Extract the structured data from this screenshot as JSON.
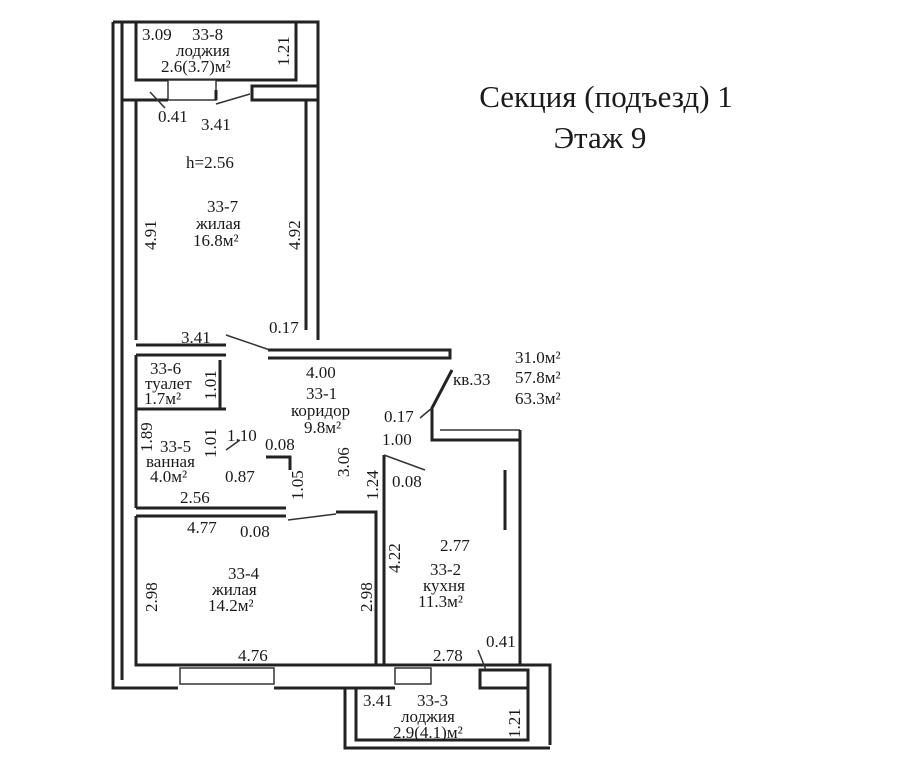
{
  "header": {
    "section": "Секция (подъезд) 1",
    "floor": "Этаж 9"
  },
  "apartment": {
    "label": "кв.33",
    "area_living": "31.0м²",
    "area_total": "57.8м²",
    "area_with_loggia": "63.3м²"
  },
  "rooms": {
    "r8": {
      "id": "33-8",
      "name": "лоджия",
      "area": "2.6(3.7)м²",
      "dim_a": "3.09",
      "dim_b": "1.21"
    },
    "r7": {
      "id": "33-7",
      "name": "жилая",
      "area": "16.8м²",
      "height": "h=2.56",
      "dim_top": "3.41",
      "dim_left": "4.91",
      "dim_right": "4.92",
      "dim_bottom": "3.41",
      "dim_small": "0.41"
    },
    "r6": {
      "id": "33-6",
      "name": "туалет",
      "area": "1.7м²",
      "dim_a": "1.01"
    },
    "r5": {
      "id": "33-5",
      "name": "ванная",
      "area": "4.0м²",
      "dim_a": "1.89",
      "dim_b": "1.01",
      "dim_c": "2.56",
      "dim_d": "1.10",
      "dim_e": "0.87",
      "dim_f": "0.08"
    },
    "r1": {
      "id": "33-1",
      "name": "коридор",
      "area": "9.8м²",
      "dim_top": "4.00",
      "dim_a": "3.06",
      "dim_b": "1.05",
      "dim_c": "0.17",
      "dim_d": "0.17",
      "dim_e": "1.00",
      "dim_f": "1.24",
      "dim_g": "0.08"
    },
    "r4": {
      "id": "33-4",
      "name": "жилая",
      "area": "14.2м²",
      "dim_top": "4.77",
      "dim_left": "2.98",
      "dim_right": "2.98",
      "dim_bottom": "4.76",
      "dim_small": "0.08"
    },
    "r2": {
      "id": "33-2",
      "name": "кухня",
      "area": "11.3м²",
      "dim_top": "2.77",
      "dim_left": "4.22",
      "dim_bottom": "2.78",
      "dim_small": "0.41"
    },
    "r3": {
      "id": "33-3",
      "name": "лоджия",
      "area": "2.9(4.1)м²",
      "dim_a": "3.41",
      "dim_b": "1.21"
    }
  }
}
